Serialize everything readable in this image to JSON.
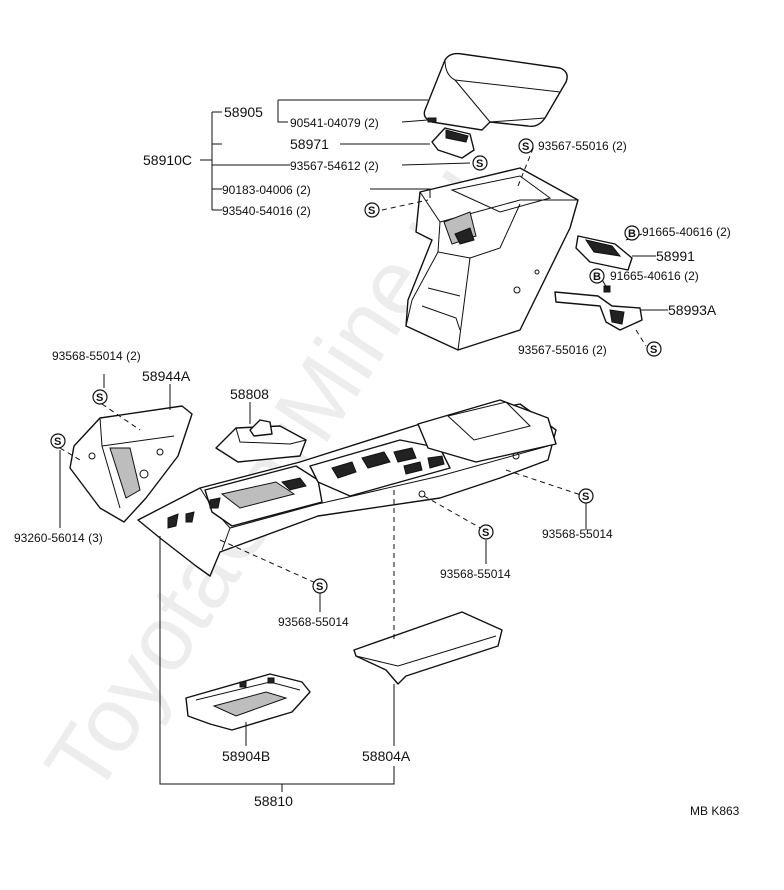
{
  "watermark": "ToyotaCarMine.ru",
  "diagram_code": "MB  K863",
  "parts": {
    "p58905": "58905",
    "p90541": "90541-04079 (2)",
    "p58971": "58971",
    "p58910c": "58910C",
    "p93567_54612": "93567-54612 (2)",
    "p90183": "90183-04006 (2)",
    "p93540": "93540-54016 (2)",
    "p93567_55016_top": "93567-55016 (2)",
    "p91665_a": "91665-40616 (2)",
    "p58991": "58991",
    "p91665_b": "91665-40616 (2)",
    "p58993a": "58993A",
    "p93567_55016_bot": "93567-55016 (2)",
    "p93568_55014_2": "93568-55014 (2)",
    "p58944a": "58944A",
    "p58808": "58808",
    "p93260": "93260-56014 (3)",
    "p93568_right": "93568-55014",
    "p93568_mid": "93568-55014",
    "p93568_low": "93568-55014",
    "p58904b": "58904B",
    "p58804a": "58804A",
    "p58810": "58810"
  },
  "symbols": {
    "screw": "S",
    "bolt": "B"
  }
}
